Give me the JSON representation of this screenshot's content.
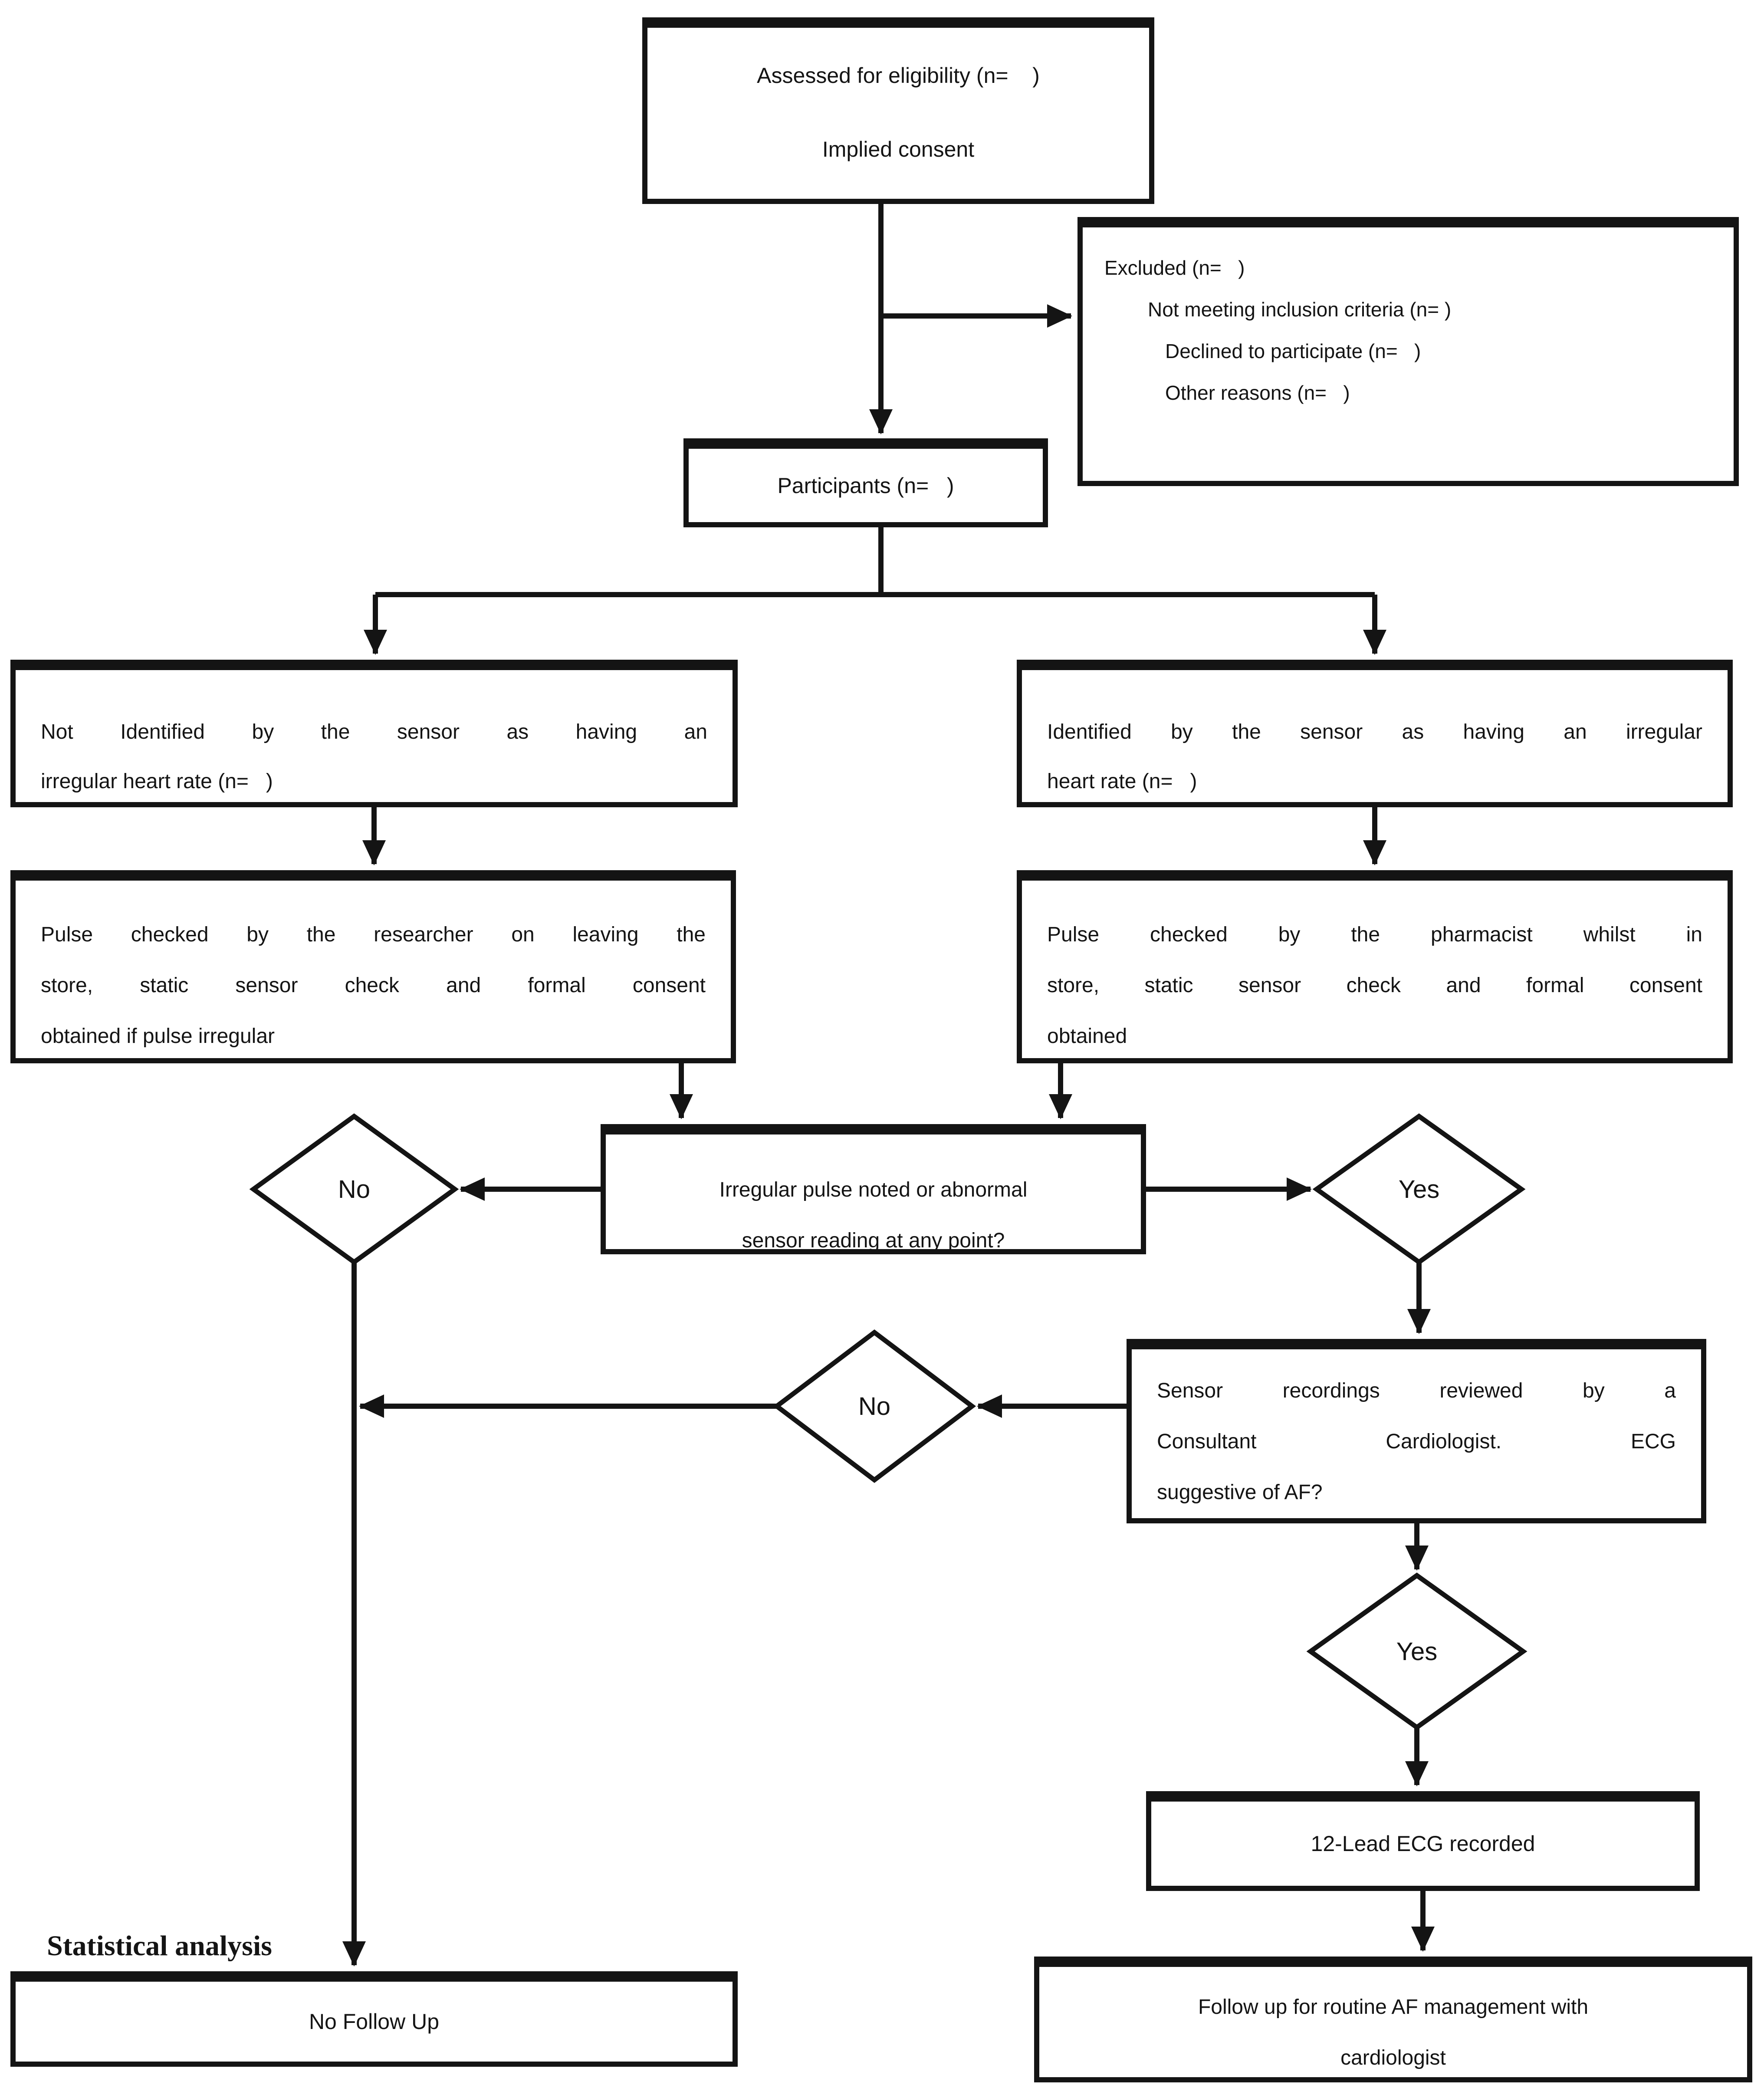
{
  "figure": {
    "type": "flowchart",
    "description": "Study participant flow diagram with blank sample-size placeholders"
  },
  "colors": {
    "outline": "#141414",
    "text": "#141414",
    "background": "#ffffff"
  },
  "nodes": {
    "assessed": {
      "lines": [
        "Assessed for eligibility (n=    )",
        "Implied consent"
      ]
    },
    "excluded": {
      "lines": [
        "Excluded (n=   )",
        "Not meeting inclusion criteria (n= )",
        "Declined to participate (n=   )",
        "Other reasons (n=   )"
      ]
    },
    "participants": {
      "label": "Participants (n=   )"
    },
    "not_identified": {
      "lines": [
        "Not Identified by the sensor as having an",
        "irregular heart rate (n=   )"
      ]
    },
    "identified": {
      "lines": [
        "Identified by the sensor as having an irregular",
        "heart rate (n=   )"
      ]
    },
    "researcher_check": {
      "lines": [
        "Pulse checked by the researcher on leaving the",
        "store, static sensor check and formal consent",
        "obtained if pulse irregular"
      ]
    },
    "pharmacist_check": {
      "lines": [
        "Pulse checked by the pharmacist whilst in",
        "store, static sensor check and formal consent",
        "obtained"
      ]
    },
    "irregular_question": {
      "lines": [
        "Irregular pulse noted or abnormal",
        "sensor reading at any point?"
      ]
    },
    "decision_no_1": {
      "label": "No"
    },
    "decision_yes_1": {
      "label": "Yes"
    },
    "sensor_review": {
      "lines": [
        "Sensor recordings reviewed by a",
        "Consultant Cardiologist. ECG",
        "suggestive of AF?"
      ]
    },
    "decision_no_2": {
      "label": "No"
    },
    "decision_yes_2": {
      "label": "Yes"
    },
    "ecg_recorded": {
      "label": "12-Lead ECG recorded"
    },
    "follow_up": {
      "lines": [
        "Follow up for routine AF management with",
        "cardiologist"
      ]
    },
    "statistical_analysis": {
      "label": "Statistical analysis"
    },
    "no_follow_up": {
      "label": "No Follow Up"
    }
  }
}
